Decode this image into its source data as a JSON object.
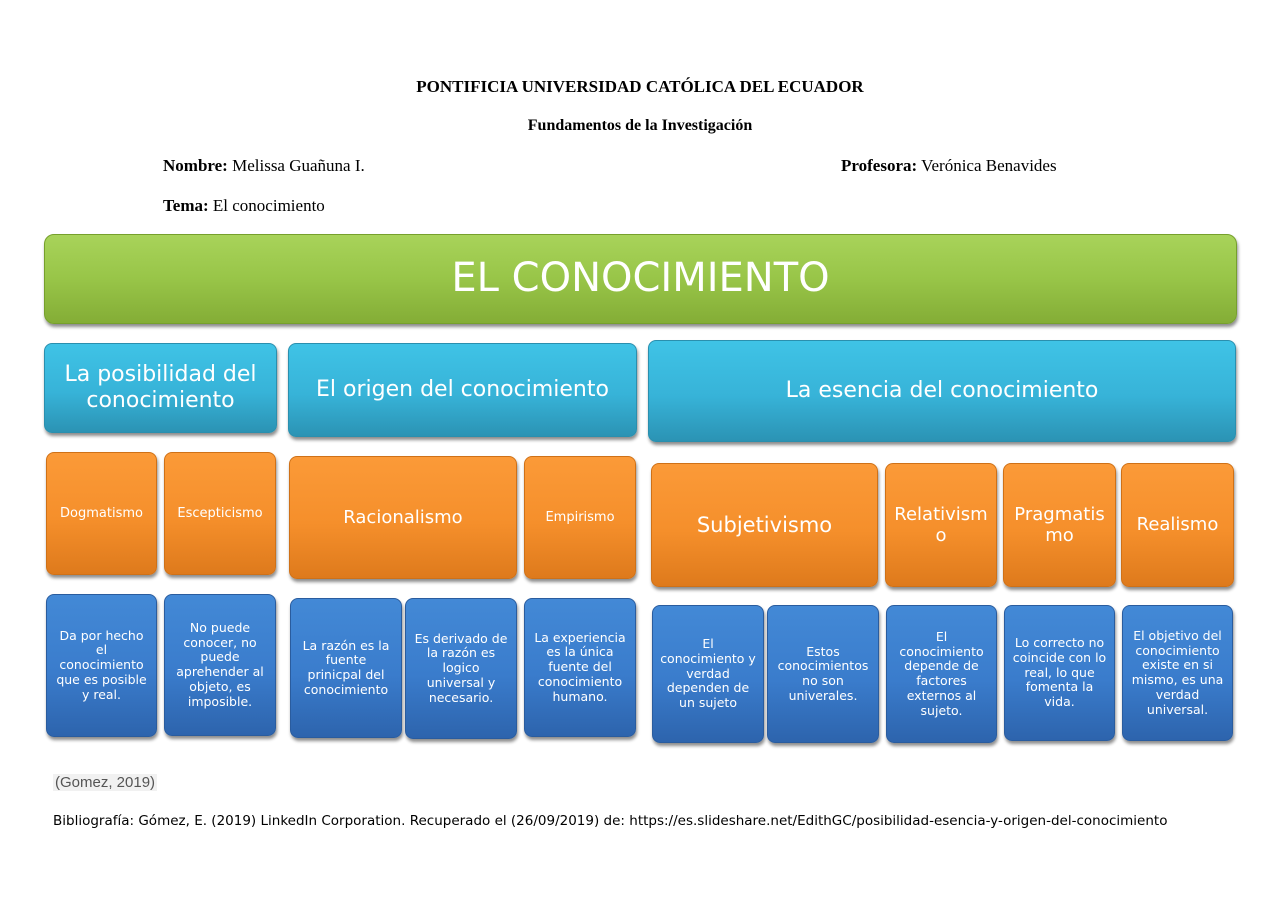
{
  "header": {
    "university": "PONTIFICIA UNIVERSIDAD CATÓLICA DEL ECUADOR",
    "course": "Fundamentos de la Investigación",
    "name_label": "Nombre:",
    "name_value": "Melissa Guañuna I.",
    "teacher_label": "Profesora:",
    "teacher_value": "Verónica Benavides",
    "topic_label": "Tema:",
    "topic_value": "El conocimiento"
  },
  "diagram": {
    "title": "EL CONOCIMIENTO",
    "colors": {
      "title": "#98c548",
      "category": "#37b3d8",
      "subcategory": "#f58f2b",
      "description": "#3a7ccc"
    },
    "categories": [
      {
        "label": "La posibilidad del conocimiento",
        "items": [
          {
            "label": "Dogmatismo",
            "description": "Da por hecho el conocimiento que es posible y real."
          },
          {
            "label": "Escepticismo",
            "description": "No puede conocer, no puede aprehender al objeto, es imposible."
          }
        ]
      },
      {
        "label": "El origen del conocimiento",
        "items": [
          {
            "label": "Racionalismo",
            "description_1": "La razón es la fuente prinicpal del conocimiento",
            "description_2": "Es derivado de la razón es logico universal y necesario."
          },
          {
            "label": "Empirismo",
            "description": "La experiencia es la única fuente del conocimiento humano."
          }
        ]
      },
      {
        "label": "La esencia del conocimiento",
        "items": [
          {
            "label": "Subjetivismo",
            "description_1": "El conocimiento y verdad dependen de un sujeto",
            "description_2": "Estos conocimientos no son univerales."
          },
          {
            "label": "Relativismo",
            "description": "El conocimiento depende de factores externos al sujeto."
          },
          {
            "label": "Pragmatismo",
            "description": "Lo correcto no coincide con lo real, lo que fomenta la vida."
          },
          {
            "label": "Realismo",
            "description": "El objetivo del conocimiento existe en si mismo, es una verdad universal."
          }
        ]
      }
    ]
  },
  "footer": {
    "citation": "(Gomez, 2019)",
    "bibliography": "Bibliografía: Gómez, E. (2019) LinkedIn Corporation. Recuperado el (26/09/2019) de: https://es.slideshare.net/EdithGC/posibilidad-esencia-y-origen-del-conocimiento"
  }
}
